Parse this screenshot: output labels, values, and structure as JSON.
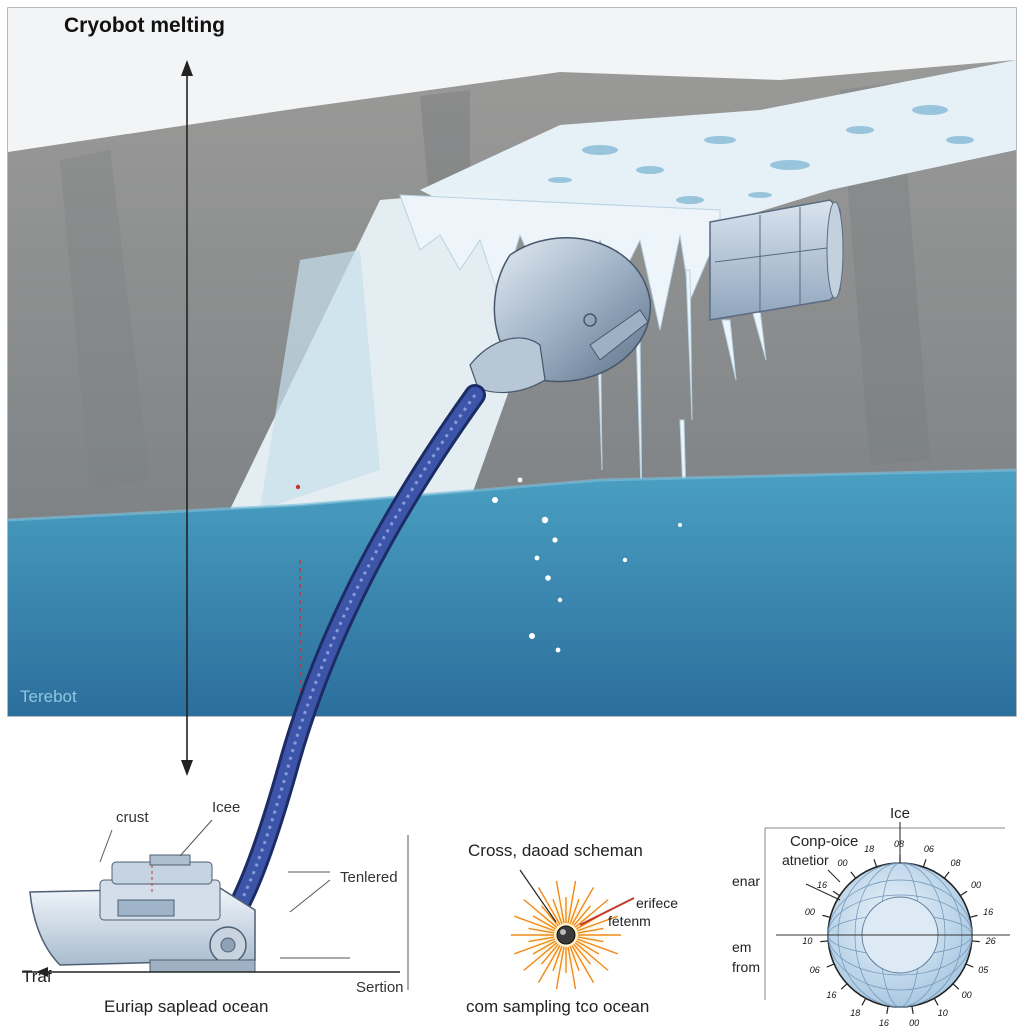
{
  "title": "Cryobot melting",
  "panel_label": "Terebot",
  "crust_label": "crust",
  "ice_label": "Icee",
  "tethered_label": "Tenlered",
  "section_label": "Sertion",
  "traf_label": "Traf",
  "caption_left": "Euriap saplead ocean",
  "caption_center_top": "Cross, daoad scheman",
  "surface_label": "erifece",
  "fetenm_label": "fetenm",
  "caption_center_bottom": "com sampling tco ocean",
  "globe": {
    "ice_label": "Ice",
    "comp_label": "Conp-oice",
    "atnetior_label": "atnetior",
    "enar_label": "enar",
    "em_label": "em",
    "from_label": "from",
    "tick_labels": [
      "08",
      "06",
      "08",
      "00",
      "16",
      "26",
      "05",
      "00",
      "10",
      "00",
      "16",
      "18",
      "16",
      "06",
      "10",
      "00",
      "16",
      "00",
      "18"
    ]
  },
  "colors": {
    "ice_cliff": "#8e8e8c",
    "ice_surface": "#eef3f6",
    "melt_water": "#e6f0f7",
    "ocean_top": "#3f93b6",
    "ocean_bottom": "#2c6e9c",
    "tether": "#2c3f8a",
    "probe": "#9fb2c6",
    "sampler_core": "#f08a1c",
    "globe_fill": "#cfe2f2"
  }
}
